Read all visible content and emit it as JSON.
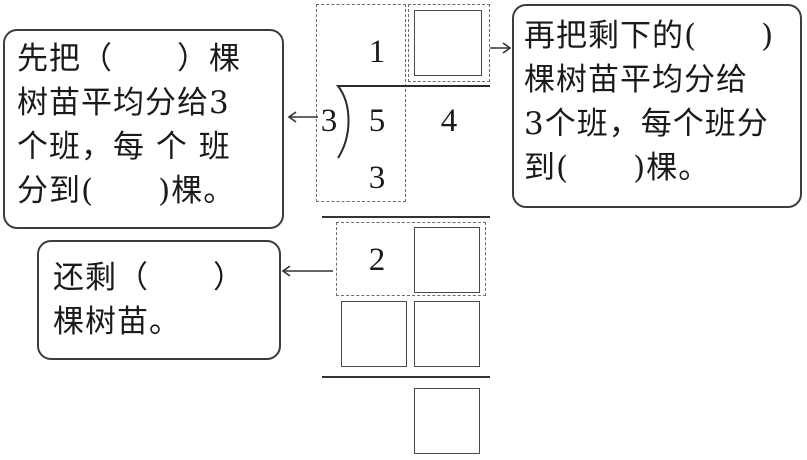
{
  "callouts": {
    "left_top": {
      "lines": [
        "先把（　　）棵",
        "树苗平均分给3",
        "个班，每 个 班",
        "分到(　　)棵。"
      ]
    },
    "right_top": {
      "lines": [
        "再把剩下的(　　)",
        "棵树苗平均分给",
        "3个班，每个班分",
        "到(　　)棵。"
      ]
    },
    "left_bottom": {
      "lines": [
        "还剩（　　）",
        "棵树苗。"
      ]
    }
  },
  "division": {
    "quotient_first": "1",
    "divisor": "3",
    "dividend_tens": "5",
    "dividend_ones": "4",
    "product_first": "3",
    "remainder_first": "2"
  }
}
